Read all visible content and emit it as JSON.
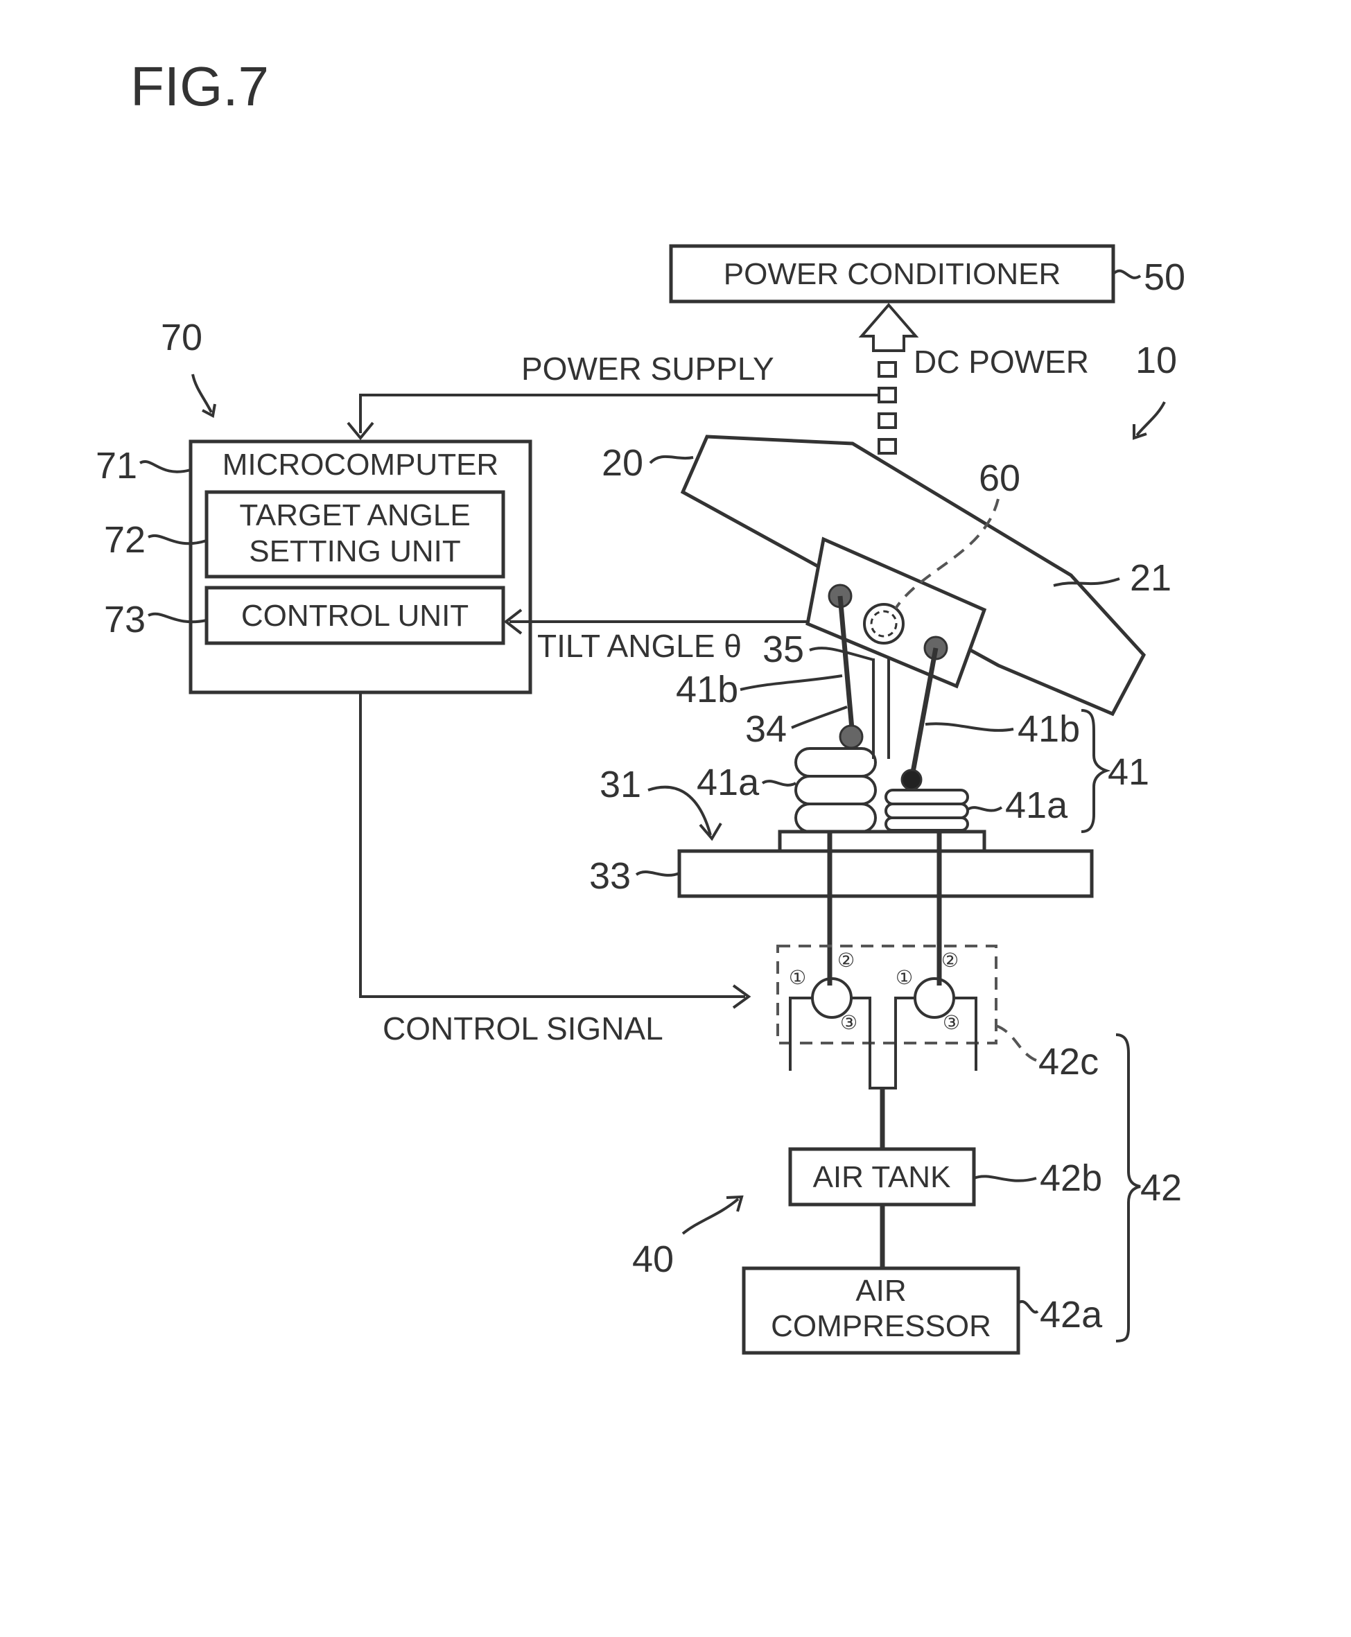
{
  "figure": {
    "title": "FIG.7"
  },
  "boxes": {
    "power_conditioner": "POWER CONDITIONER",
    "microcomputer": "MICROCOMPUTER",
    "target_angle_line1": "TARGET ANGLE",
    "target_angle_line2": "SETTING UNIT",
    "control_unit": "CONTROL UNIT",
    "air_tank": "AIR TANK",
    "air_compressor_line1": "AIR",
    "air_compressor_line2": "COMPRESSOR"
  },
  "labels": {
    "power_supply": "POWER SUPPLY",
    "dc_power": "DC POWER",
    "tilt_angle": "TILT ANGLE θ",
    "control_signal": "CONTROL SIGNAL"
  },
  "refs": {
    "r50": "50",
    "r70": "70",
    "r10": "10",
    "r71": "71",
    "r72": "72",
    "r73": "73",
    "r20": "20",
    "r60": "60",
    "r21": "21",
    "r35": "35",
    "r41b_left": "41b",
    "r34": "34",
    "r41b_right": "41b",
    "r41": "41",
    "r31": "31",
    "r41a_left": "41a",
    "r41a_right": "41a",
    "r33": "33",
    "r42c": "42c",
    "r42b": "42b",
    "r42": "42",
    "r40": "40",
    "r42a": "42a"
  },
  "valve_ports": {
    "p1": "①",
    "p2": "②",
    "p3": "③"
  }
}
